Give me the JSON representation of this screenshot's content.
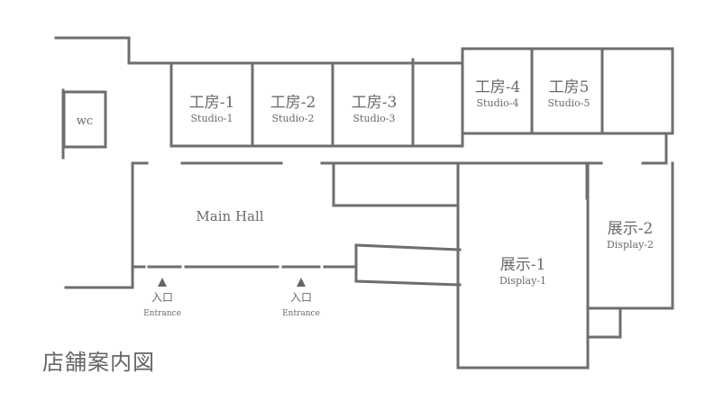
{
  "title": "店舗案内図",
  "rooms": {
    "wc": {
      "label": "wc"
    },
    "studio1": {
      "jp": "工房-1",
      "en": "Studio-1"
    },
    "studio2": {
      "jp": "工房-2",
      "en": "Studio-2"
    },
    "studio3": {
      "jp": "工房-3",
      "en": "Studio-3"
    },
    "studio4": {
      "jp": "工房-4",
      "en": "Studio-4"
    },
    "studio5": {
      "jp": "工房5",
      "en": "Studio-5"
    },
    "main_hall": {
      "en": "Main Hall"
    },
    "display1": {
      "jp": "展示-1",
      "en": "Display-1"
    },
    "display2": {
      "jp": "展示-2",
      "en": "Display-2"
    }
  },
  "entrances": [
    {
      "jp": "入口",
      "en": "Entrance"
    },
    {
      "jp": "入口",
      "en": "Entrance"
    }
  ],
  "colors": {
    "line": "#6e6e6e",
    "text": "#666666"
  }
}
